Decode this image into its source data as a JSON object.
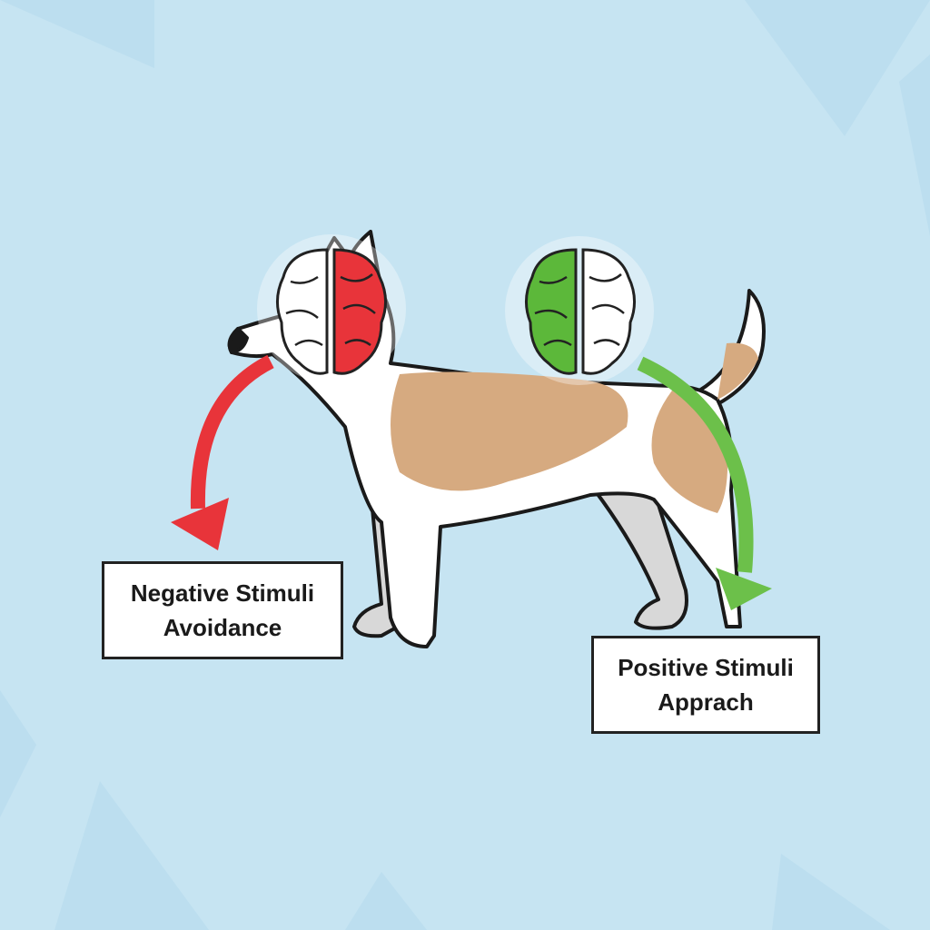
{
  "labels": {
    "negative": {
      "line1": "Negative Stimuli",
      "line2": "Avoidance"
    },
    "positive": {
      "line1": "Positive Stimuli",
      "line2": "Apprach"
    }
  },
  "colors": {
    "background": "#c6e4f2",
    "negative_arrow": "#e8343a",
    "positive_arrow": "#6cc04a",
    "dog_patch": "#d6aa80",
    "left_brain_active": "#e8343a",
    "right_brain_active": "#5cb83a"
  }
}
